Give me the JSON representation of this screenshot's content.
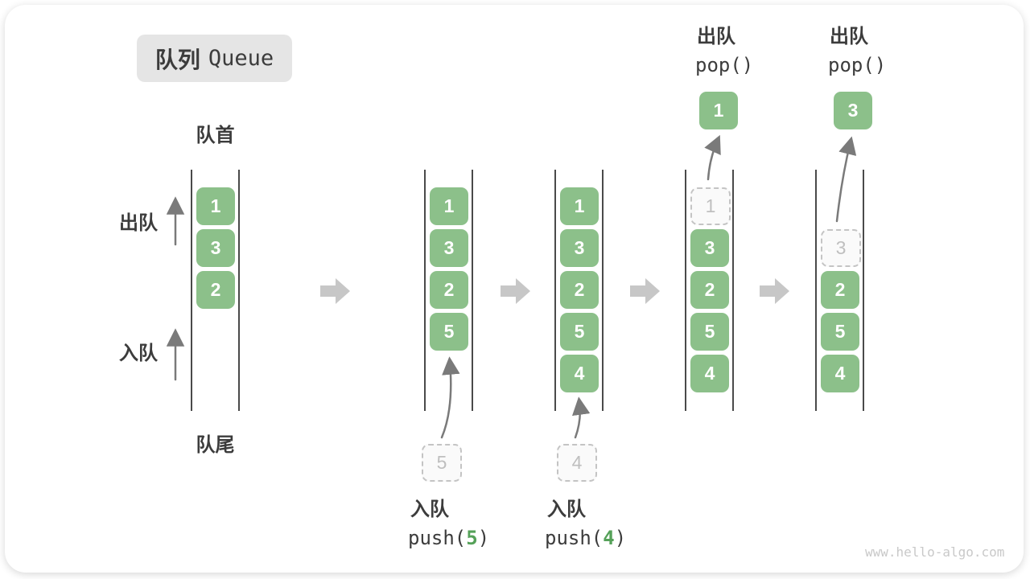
{
  "title": {
    "zh": "队列",
    "en": "Queue"
  },
  "labels": {
    "front": "队首",
    "rear": "队尾",
    "dequeue": "出队",
    "enqueue": "入队"
  },
  "operations": {
    "push5": {
      "label": "入队",
      "fn": "push(",
      "arg": "5",
      "close": ")"
    },
    "push4": {
      "label": "入队",
      "fn": "push(",
      "arg": "4",
      "close": ")"
    },
    "pop1": {
      "label": "出队",
      "code": "pop()"
    },
    "pop2": {
      "label": "出队",
      "code": "pop()"
    }
  },
  "states": [
    {
      "cells": [
        {
          "value": "1"
        },
        {
          "value": "3"
        },
        {
          "value": "2"
        }
      ]
    },
    {
      "cells": [
        {
          "value": "1"
        },
        {
          "value": "3"
        },
        {
          "value": "2"
        },
        {
          "value": "5"
        }
      ],
      "incoming": {
        "value": "5"
      }
    },
    {
      "cells": [
        {
          "value": "1"
        },
        {
          "value": "3"
        },
        {
          "value": "2"
        },
        {
          "value": "5"
        },
        {
          "value": "4"
        }
      ],
      "incoming": {
        "value": "4"
      }
    },
    {
      "cells": [
        {
          "value": "1",
          "state": "dashed"
        },
        {
          "value": "3"
        },
        {
          "value": "2"
        },
        {
          "value": "5"
        },
        {
          "value": "4"
        }
      ],
      "popped": {
        "value": "1"
      }
    },
    {
      "cells": [
        {
          "value": "3",
          "state": "dashed"
        },
        {
          "value": "2"
        },
        {
          "value": "5"
        },
        {
          "value": "4"
        }
      ],
      "popped": {
        "value": "3"
      }
    }
  ],
  "watermark": "www.hello-algo.com",
  "colors": {
    "green": "#8CC08A",
    "green_dark": "#55A159",
    "ink": "#3C3C3C",
    "line": "#4A4A4A",
    "arrow_gray": "#7A7A7A",
    "block_arrow": "#C7C7C7",
    "dashed_border": "#C4C4C4",
    "dashed_text": "#BFBFBF",
    "dashed_bg": "#FAFAFA",
    "title_bg": "#E5E5E5",
    "watermark": "#C9C9C9"
  }
}
